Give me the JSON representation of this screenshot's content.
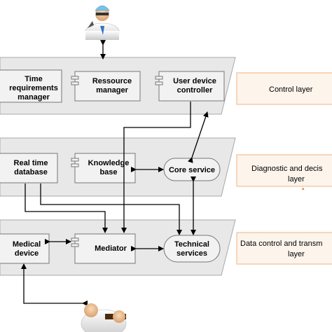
{
  "layers": [
    {
      "label": "Control layer"
    },
    {
      "label_lines": [
        "Diagnostic and decis",
        "layer"
      ]
    },
    {
      "label_lines": [
        "Data control and transm",
        "layer"
      ]
    }
  ],
  "components": {
    "time_manager": {
      "lines": [
        "Time",
        "requirements",
        "manager"
      ]
    },
    "resource_manager": {
      "lines": [
        "Ressource",
        "manager"
      ]
    },
    "user_device_controller": {
      "lines": [
        "User device",
        "controller"
      ]
    },
    "realtime_db": {
      "lines": [
        "Real time",
        "database"
      ]
    },
    "knowledge_base": {
      "lines": [
        "Knowledge",
        "base"
      ]
    },
    "core_service": {
      "label": "Core service"
    },
    "medical_device": {
      "lines": [
        "Medical",
        "device"
      ]
    },
    "mediator": {
      "label": "Mediator"
    },
    "technical_services": {
      "lines": [
        "Technical",
        "services"
      ]
    }
  },
  "actors": [
    {
      "role": "doctor",
      "icon": "doctor-avatar-icon"
    },
    {
      "role": "patient",
      "icon": "patient-avatar-icon"
    }
  ],
  "colors": {
    "layer_fill": "#e8e8e8",
    "layer_stroke": "#a8a8a8",
    "box_fill": "#f2f2f2",
    "label_box_fill": "#fdf4ec",
    "label_box_stroke": "#f3bf93",
    "accent_mark": "#e07a2a",
    "arrow": "#000000"
  }
}
